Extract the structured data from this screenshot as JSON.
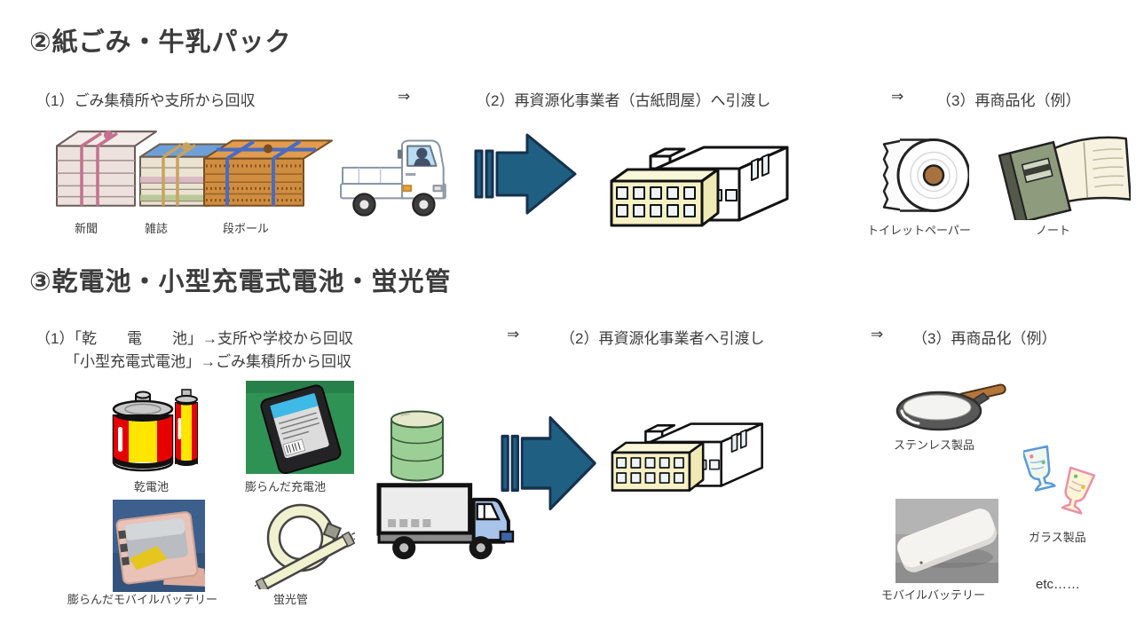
{
  "slide": {
    "background": "#ffffff",
    "text_color": "#3b3b3b",
    "colors": {
      "flow_arrow_fill": "#1f5f82",
      "flow_arrow_outline": "#16314e",
      "factory_annex": "#f6f1c4",
      "battery_red": "#e60000",
      "battery_yellow": "#ffe600",
      "drum_green": "#9ccf96",
      "truck_cab_blue": "#a8c4ea"
    }
  },
  "sections": {
    "paper": {
      "title": "②紙ごみ・牛乳パック",
      "flow": {
        "step1": "（1）ごみ集積所や支所から回収",
        "arrow1": "⇒",
        "step2": "（2）再資源化事業者（古紙問屋）へ引渡し",
        "arrow2": "⇒",
        "step3": "（3）再商品化（例）"
      },
      "captions": {
        "newspaper": "新聞",
        "magazine": "雑誌",
        "cardboard": "段ボール",
        "toilet_paper": "トイレットペーパー",
        "notebook": "ノート"
      }
    },
    "battery": {
      "title": "③乾電池・小型充電式電池・蛍光管",
      "flow": {
        "step1_line1": "（1）「乾　　電　　池」→支所や学校から回収",
        "step1_line2": "「小型充電式電池」→ごみ集積所から回収",
        "arrow1": "⇒",
        "step2": "（2）再資源化事業者へ引渡し",
        "arrow2": "⇒",
        "step3": "（3）再商品化（例）"
      },
      "captions": {
        "dry_battery": "乾電池",
        "swollen_rechargeable_battery": "膨らんだ充電池",
        "swollen_mobile_battery": "膨らんだモバイルバッテリー",
        "fluorescent_tube": "蛍光管",
        "stainless_products": "ステンレス製品",
        "glass_products": "ガラス製品",
        "mobile_battery": "モバイルバッテリー",
        "etc": "etc……"
      }
    }
  }
}
